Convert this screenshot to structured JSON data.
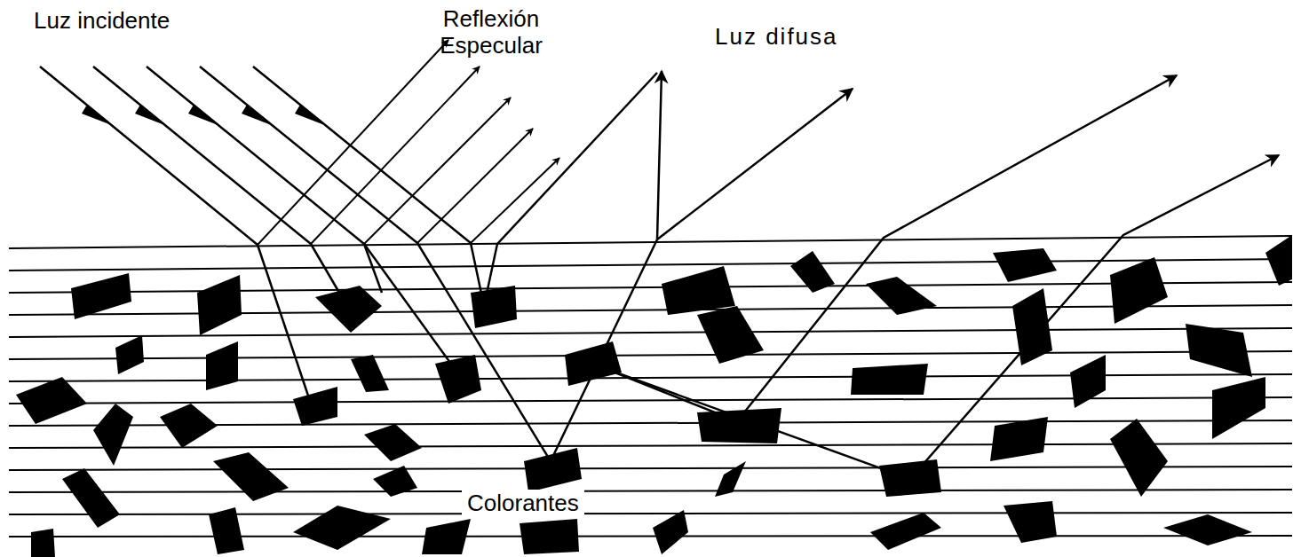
{
  "diagram": {
    "labels": [
      "Luz incidente",
      "Reflexión Especular",
      "Luz difusa",
      "Colorantes"
    ]
  }
}
